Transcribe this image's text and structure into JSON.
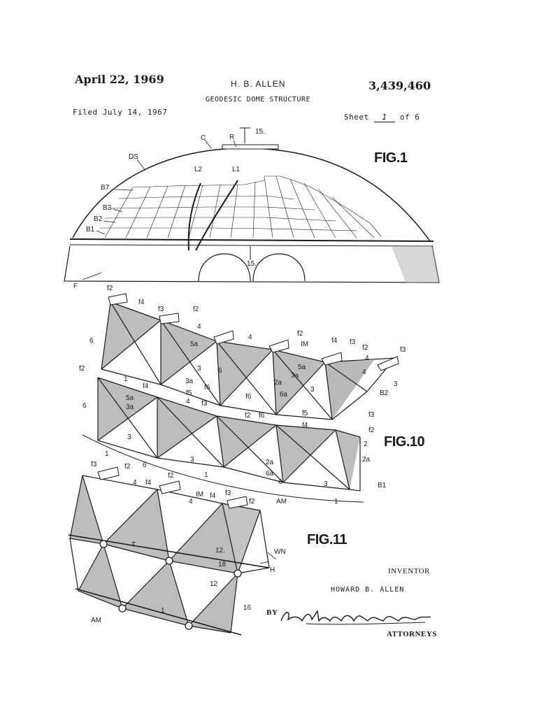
{
  "header": {
    "date": "April 22, 1969",
    "inventor_name": "H. B. ALLEN",
    "patent_number": "3,439,460",
    "title": "GEODESIC DOME STRUCTURE",
    "filed": "Filed July 14, 1967",
    "sheet_prefix": "Sheet",
    "sheet_number": "1",
    "sheet_suffix": "of 6"
  },
  "figures": {
    "fig1": {
      "title": "FIG.1",
      "labels": {
        "c": "C",
        "r": "R",
        "n15_top": "15.",
        "ds": "DS",
        "l2": "L2",
        "l1": "L1",
        "b7": "B7",
        "b3": "B3",
        "b2": "B2",
        "b1": "B1",
        "n15_bottom": "15.",
        "f": "F"
      }
    },
    "fig10": {
      "title": "FIG.10",
      "labels": {
        "f2": "f2",
        "f3": "f3",
        "f4": "f4",
        "f5": "f5",
        "f6": "f6",
        "n1": "1",
        "n2": "2",
        "n2a": "2a",
        "n3": "3",
        "n3a": "3a",
        "n4": "4",
        "n5a": "5a",
        "n6": "6",
        "n6a": "6a",
        "im": "IM",
        "b2": "B2",
        "b1": "B1",
        "am": "AM"
      }
    },
    "fig11": {
      "title": "FIG.11",
      "labels": {
        "f2": "f2",
        "f3": "f3",
        "f4": "f4",
        "n4": "4",
        "im": "IM",
        "t": "T",
        "n12a": "12.",
        "n12b": "12",
        "n18": "18",
        "n16": "16",
        "wn": "WN",
        "h": "H",
        "am": "AM",
        "n1": "1"
      }
    }
  },
  "signature_block": {
    "inventor_caption": "INVENTOR",
    "inventor_full_name": "HOWARD B. ALLEN",
    "by": "BY",
    "attorney_signature": "Baldwin Wight Diller & Brown",
    "attorneys_caption": "ATTORNEYS"
  }
}
